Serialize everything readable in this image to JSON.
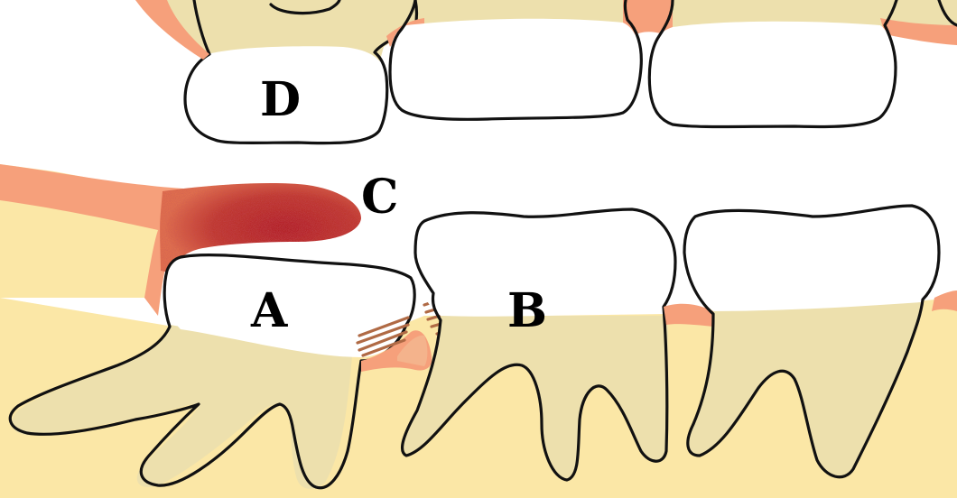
{
  "diagram": {
    "labels": {
      "a": "A",
      "b": "B",
      "c": "C",
      "d": "D"
    },
    "colors": {
      "bone": "#fbe7a6",
      "root": "#ede0ad",
      "enamel": "#ffffff",
      "gingiva": "#f6a07b",
      "gingiva_light": "#f8b99a",
      "inflammation": "#b8282c",
      "lesion_hatch": "#b06a45",
      "outline": "#111111"
    }
  }
}
